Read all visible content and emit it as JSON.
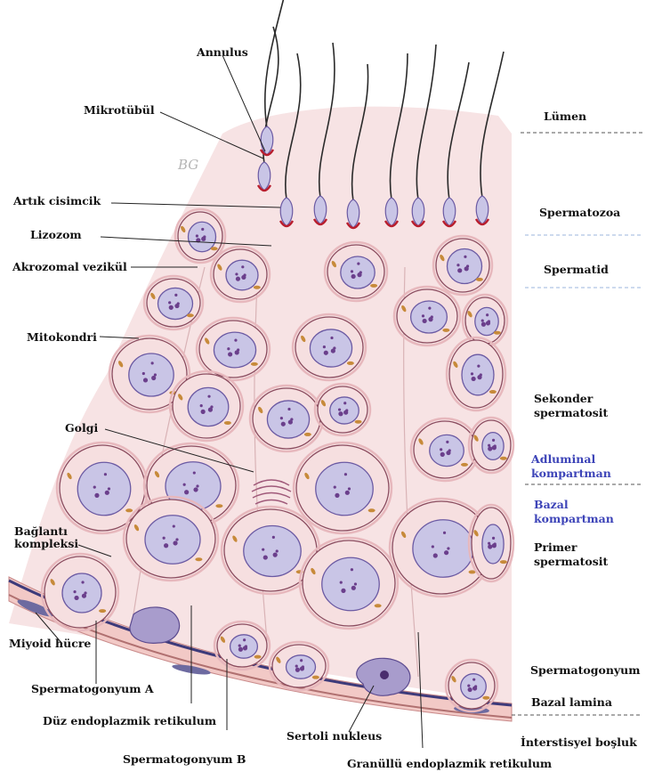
{
  "labels": {
    "annulus": "Annulus",
    "mikrotubul": "Mikrotübül",
    "artik_cisimcik": "Artık cisimcik",
    "lizozom": "Lizozom",
    "akrozomal_vezikul": "Akrozomal vezikül",
    "mitokondri": "Mitokondri",
    "golgi": "Golgi",
    "baglanti_kompleksi": "Bağlantı\nkompleksi",
    "miyoid_hucre": "Miyoid hücre",
    "spermatogonyum_a": "Spermatogonyum A",
    "duz_er": "Düz endoplazmik retikulum",
    "spermatogonyum_b": "Spermatogonyum B",
    "sertoli_nukleus": "Sertoli nukleus",
    "granullu_er": "Granüllü endoplazmik retikulum",
    "signature": "BG"
  },
  "zones": {
    "lumen": "Lümen",
    "spermatozoa": "Spermatozoa",
    "spermatid": "Spermatid",
    "sekonder_spermatosit": "Sekonder\nspermatosit",
    "adluminal_kompartman": "Adluminal\nkompartman",
    "bazal_kompartman": "Bazal\nkompartman",
    "primer_spermatosit": "Primer\nspermatosit",
    "spermatogonyum": "Spermatogonyum",
    "bazal_lamina": "Bazal lamina",
    "interstisyel_bosluk": "İnterstisyel boşluk"
  },
  "colors": {
    "cytoplasm": "#f6dfe0",
    "cell_outline": "#8a4b5e",
    "nucleus": "#c9c5e6",
    "nucleus_outline": "#6b5aa3",
    "chromatin": "#6b3f8c",
    "mitochondria": "#c78a3a",
    "acrosome": "#b81e2e",
    "basal_lamina": "#3d3a7a",
    "adluminal_text": "#3d44b8",
    "divider_dark": "#555555",
    "divider_light": "#9bb6dc"
  }
}
